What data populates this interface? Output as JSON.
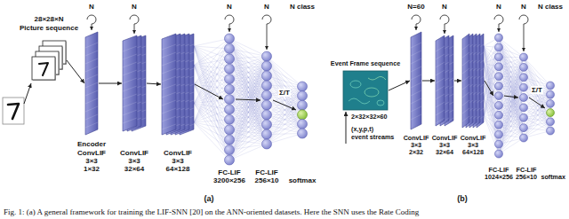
{
  "diagram": {
    "caption": "Fig. 1: (a) A general framework for training the LIF-SNN [20] on the ANN-oriented datasets. Here the SNN uses the Rate Coding",
    "nodes": [
      {
        "text": [
          "28×28×N",
          "Picture sequence"
        ]
      },
      {
        "text": [
          "Encoder",
          "ConvLIF 3×3 1×32"
        ]
      },
      {
        "text": [
          "ConvLIF 3×3 32×64"
        ]
      },
      {
        "text": [
          "ConvLIF 3×3 64×128"
        ]
      },
      {
        "text": [
          "FC-LIF 3200×256"
        ]
      },
      {
        "text": [
          "FC-LIF 256×10"
        ]
      },
      {
        "text": [
          "softmax"
        ]
      },
      {
        "text": [
          "Event Frame sequence",
          "2×32×32×60"
        ]
      },
      {
        "text": [
          "ConvLIF 3×3 2×32"
        ]
      },
      {
        "text": [
          "ConvLIF 3×3 32×64"
        ]
      },
      {
        "text": [
          "ConvLIF 3×3 64×128"
        ]
      },
      {
        "text": [
          "FC-LIF 1024×256"
        ]
      },
      {
        "text": [
          "FC-LIF 256×10"
        ]
      },
      {
        "text": [
          "softmax"
        ]
      }
    ],
    "edges": [
      {
        "from": 0,
        "to": 1,
        "arrow": "to"
      },
      {
        "from": 1,
        "to": 2,
        "arrow": "to"
      },
      {
        "from": 2,
        "to": 3,
        "arrow": "to"
      },
      {
        "from": 3,
        "to": 4,
        "arrow": "to"
      },
      {
        "from": 4,
        "to": 5,
        "arrow": "to"
      },
      {
        "from": 5,
        "to": 6,
        "label": "Σ/T",
        "arrow": "to"
      },
      {
        "from": 7,
        "to": 8,
        "arrow": "to"
      },
      {
        "from": 8,
        "to": 9,
        "arrow": "to"
      },
      {
        "from": 9,
        "to": 10,
        "arrow": "to"
      },
      {
        "from": 10,
        "to": 11,
        "arrow": "to"
      },
      {
        "from": 11,
        "to": 12,
        "arrow": "to"
      },
      {
        "from": 12,
        "to": 13,
        "label": "Σ/T",
        "arrow": "to"
      }
    ],
    "labels": [
      "N",
      "N",
      "N",
      "N",
      "N class",
      "(a)",
      "N=60",
      "N",
      "N",
      "N",
      "N class",
      "(x,y,p,t)",
      "event streams",
      "(b)"
    ]
  }
}
